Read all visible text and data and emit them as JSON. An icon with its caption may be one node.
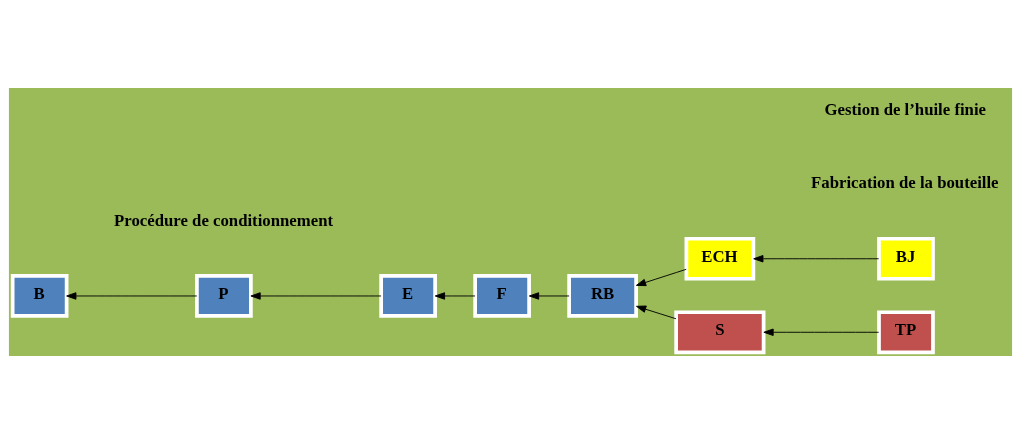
{
  "diagram": {
    "nodes": [
      {
        "text": [
          "S"
        ]
      },
      {
        "text": [
          "TP"
        ]
      },
      {
        "text": [
          "B"
        ]
      },
      {
        "text": [
          "P"
        ]
      },
      {
        "text": [
          "E"
        ]
      },
      {
        "text": [
          "F"
        ]
      },
      {
        "text": [
          "RB"
        ]
      },
      {
        "text": [
          "ECH"
        ]
      },
      {
        "text": [
          "BJ"
        ]
      }
    ],
    "edges": [
      {
        "from": 1,
        "to": 0,
        "arrow": "to"
      },
      {
        "from": 0,
        "to": 6,
        "arrow": "to"
      },
      {
        "from": 8,
        "to": 7,
        "arrow": "to"
      },
      {
        "from": 7,
        "to": 6,
        "arrow": "to"
      },
      {
        "from": 6,
        "to": 5,
        "arrow": "to"
      },
      {
        "from": 5,
        "to": 4,
        "arrow": "to"
      },
      {
        "from": 4,
        "to": 3,
        "arrow": "to"
      },
      {
        "from": 3,
        "to": 2,
        "arrow": "to"
      }
    ],
    "labels": [
      "Fabrication de la bouteille",
      "Procédure de conditionnement",
      "Gestion de l’huile finie"
    ]
  }
}
